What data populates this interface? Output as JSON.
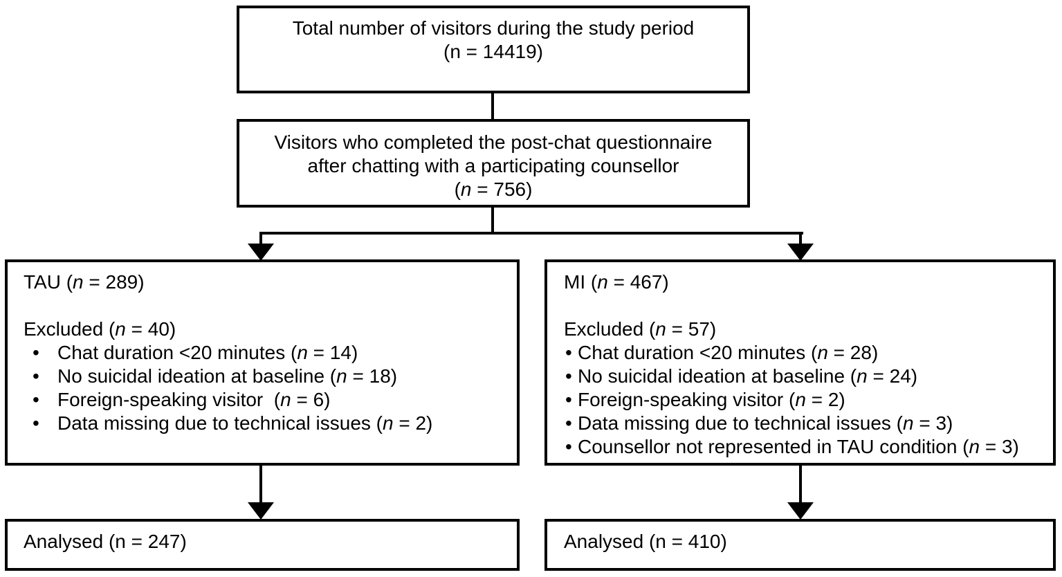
{
  "colors": {
    "ink": "#000000",
    "background": "#ffffff"
  },
  "flowchart": {
    "total_box": {
      "line1": "Total number of visitors during the study period",
      "line2": "(n = 14419)"
    },
    "questionnaire_box": {
      "line1": "Visitors who completed the post-chat questionnaire",
      "line2": "after chatting with a participating counsellor",
      "line3": "(n = 756)"
    },
    "tau_box": {
      "title": "TAU (n = 289)",
      "excluded_heading": "Excluded (n = 40)",
      "bullets": [
        "Chat duration <20 minutes (n = 14)",
        "No suicidal ideation at baseline (n = 18)",
        "Foreign-speaking visitor  (n = 6)",
        "Data missing due to technical issues (n = 2)"
      ]
    },
    "mi_box": {
      "title": "MI (n = 467)",
      "excluded_heading": "Excluded (n = 57)",
      "bullets": [
        "Chat duration <20 minutes (n = 28)",
        "No suicidal ideation at baseline (n = 24)",
        "Foreign-speaking visitor (n = 2)",
        "Data missing due to technical issues (n = 3)",
        "Counsellor not represented in TAU condition (n = 3)"
      ]
    },
    "analysed_tau_box": {
      "label": "Analysed (n = 247)"
    },
    "analysed_mi_box": {
      "label": "Analysed (n = 410)"
    }
  }
}
